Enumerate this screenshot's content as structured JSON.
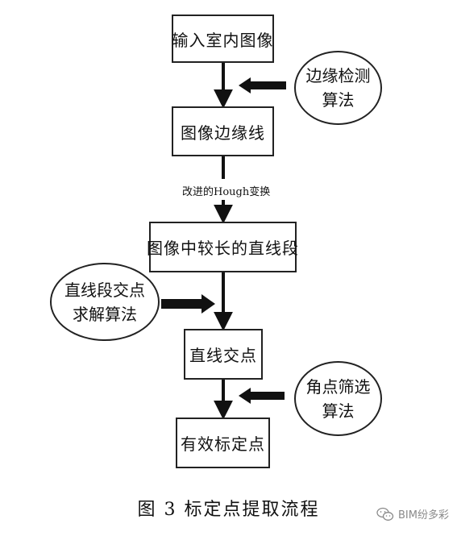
{
  "diagram": {
    "nodes": {
      "input": "输入室内图像",
      "edges": "图像边缘线",
      "long_lines": "图像中较长的直线段",
      "intersections": "直线交点",
      "marker_points": "有效标定点"
    },
    "methods": {
      "edge_detection": "边缘检测\n算法",
      "intersection_solve": "直线段交点\n求解算法",
      "corner_filter": "角点筛选\n算法"
    },
    "edge_labels": {
      "hough": "改进的Hough变换"
    }
  },
  "caption": "图 3  标定点提取流程",
  "watermark": {
    "text": "BIM纷多彩",
    "icon": "wechat-icon"
  }
}
